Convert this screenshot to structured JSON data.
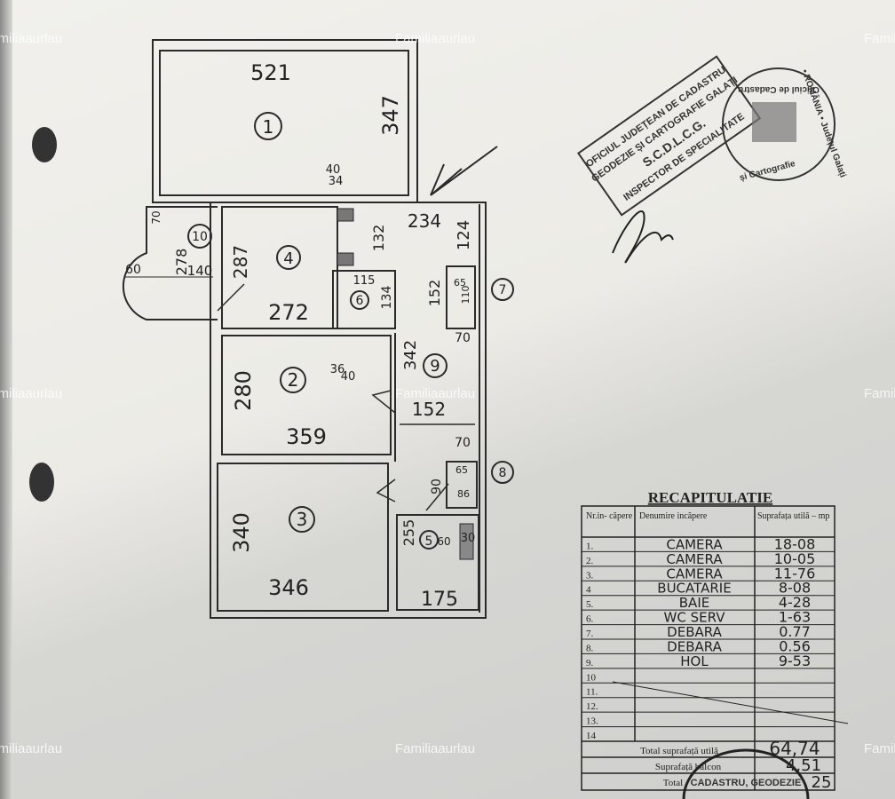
{
  "watermark": "Familiaaurlau",
  "floor_plan": {
    "rooms": [
      {
        "number": "1",
        "dims": [
          "521",
          "347"
        ]
      },
      {
        "number": "2",
        "dims": [
          "280",
          "359"
        ]
      },
      {
        "number": "3",
        "dims": [
          "340",
          "346"
        ]
      },
      {
        "number": "4",
        "dims": [
          "287",
          "272"
        ]
      },
      {
        "number": "5",
        "dims": [
          "255",
          "175",
          "60",
          "30"
        ]
      },
      {
        "number": "6",
        "dims": [
          "115",
          "134"
        ]
      },
      {
        "number": "7",
        "dims": [
          "65",
          "110"
        ]
      },
      {
        "number": "8",
        "dims": [
          "65",
          "86"
        ]
      },
      {
        "number": "9",
        "dims": [
          "342",
          "152"
        ]
      },
      {
        "number": "10",
        "dims": [
          "278",
          "140",
          "60",
          "70"
        ]
      }
    ],
    "other_dims": {
      "door_1": "40",
      "door_1b": "34",
      "hall_top": "234",
      "hall_right": "124",
      "hall_132": "132",
      "hall_152_v": "152",
      "d70_a": "70",
      "d70_b": "70",
      "door_2a": "36",
      "door_2b": "40",
      "d90": "90"
    }
  },
  "stamps": {
    "rect_lines": [
      "OFICIUL JUDEȚEAN DE CADASTRU",
      "GEODEZIE ȘI CARTOGRAFIE GALAȚI",
      "S.C.D.L.C.G.",
      "INSPECTOR DE SPECIALITATE"
    ],
    "round_top": "Oficiul de Cadastru",
    "round_right": "• ROMÂNIA • Județul Galați",
    "round_bottom": "și Cartografie",
    "bottom_stamp": "CADASTRU, GEODEZIE"
  },
  "recap": {
    "title": "RECAPITULATIE",
    "headers": [
      "Nr.in-\ncăpere",
      "Denumire incăpere",
      "Suprafața\nutilă – mp"
    ],
    "rows": [
      {
        "nr": "1.",
        "name": "CAMERA",
        "area": "18-08"
      },
      {
        "nr": "2.",
        "name": "CAMERA",
        "area": "10-05"
      },
      {
        "nr": "3.",
        "name": "CAMERA",
        "area": "11-76"
      },
      {
        "nr": "4",
        "name": "BUCATARIE",
        "area": "8-08"
      },
      {
        "nr": "5.",
        "name": "BAIE",
        "area": "4-28"
      },
      {
        "nr": "6.",
        "name": "WC SERV",
        "area": "1-63"
      },
      {
        "nr": "7.",
        "name": "DEBARA",
        "area": "0.77"
      },
      {
        "nr": "8.",
        "name": "DEBARA",
        "area": "0.56"
      },
      {
        "nr": "9.",
        "name": "HOL",
        "area": "9-53"
      },
      {
        "nr": "10",
        "name": "",
        "area": ""
      },
      {
        "nr": "11.",
        "name": "",
        "area": ""
      },
      {
        "nr": "12.",
        "name": "",
        "area": ""
      },
      {
        "nr": "13.",
        "name": "",
        "area": ""
      },
      {
        "nr": "14",
        "name": "",
        "area": ""
      }
    ],
    "total_util_label": "Total suprafață utilă",
    "total_util": "64,74",
    "balcony_label": "Suprafață balcon",
    "balcony": "4,51",
    "total_label": "Total",
    "total": "25"
  }
}
